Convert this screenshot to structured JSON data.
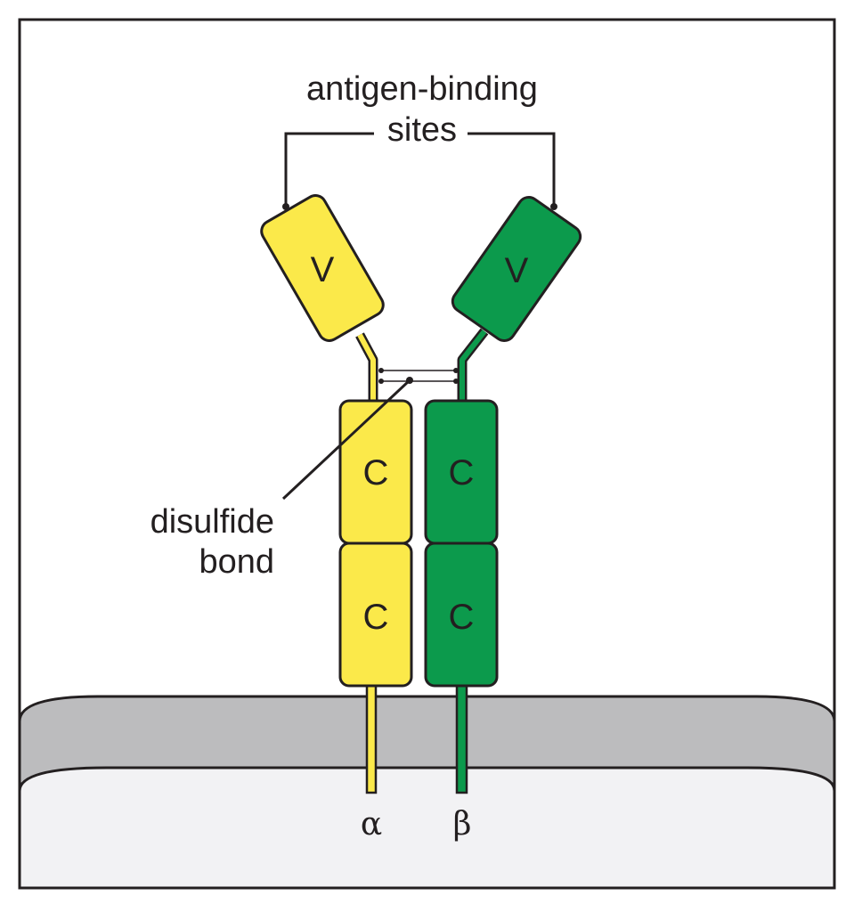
{
  "labels": {
    "antigen_binding_line1": "antigen-binding",
    "antigen_binding_line2": "sites",
    "disulfide_line1": "disulfide",
    "disulfide_line2": "bond",
    "alpha": "α",
    "beta": "β"
  },
  "chains": {
    "alpha": {
      "color": "#fbe94a",
      "domains": [
        "V",
        "C",
        "C"
      ]
    },
    "beta": {
      "color": "#0c9a4c",
      "domains": [
        "V",
        "C",
        "C"
      ]
    }
  },
  "colors": {
    "outline": "#231f20",
    "membrane": "#bcbcbe",
    "cytoplasm": "#f2f2f4",
    "background": "#ffffff"
  }
}
